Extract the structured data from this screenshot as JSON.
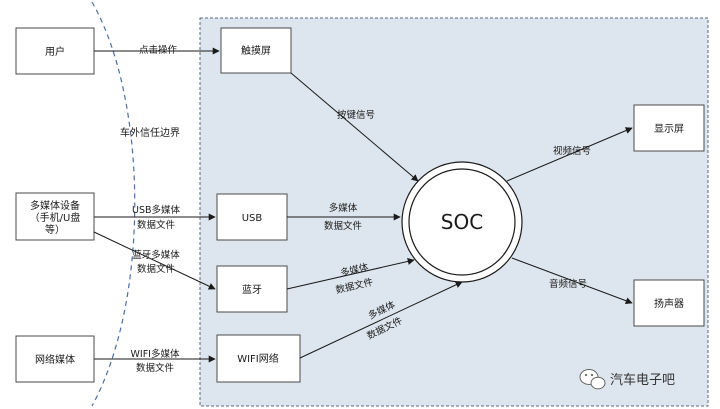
{
  "boundary_label": "车外信任边界",
  "nodes": {
    "user": "用户",
    "media_device": [
      "多媒体设备",
      "（手机/U盘",
      "等）"
    ],
    "network_media": "网络媒体",
    "touchscreen": "触摸屏",
    "usb": "USB",
    "bluetooth": "蓝牙",
    "wifi": "WIFI网络",
    "soc": "SOC",
    "display": "显示屏",
    "speaker": "扬声器"
  },
  "edges": {
    "click": "点击操作",
    "usb_file": [
      "USB多媒体",
      "数据文件"
    ],
    "bt_file": [
      "蓝牙多媒体",
      "数据文件"
    ],
    "wifi_file": [
      "WIFI多媒体",
      "数据文件"
    ],
    "key_signal": "按键信号",
    "usb_soc": [
      "多媒体",
      "数据文件"
    ],
    "bt_soc": [
      "多媒体",
      "数据文件"
    ],
    "wifi_soc": [
      "多媒体",
      "数据文件"
    ],
    "video": "视频信号",
    "audio": "音频信号"
  },
  "watermark": "汽车电子吧",
  "colors": {
    "zone_fill": "#dde6ee",
    "zone_stroke": "#5a6b7a",
    "arrow": "#1a1a1a"
  }
}
